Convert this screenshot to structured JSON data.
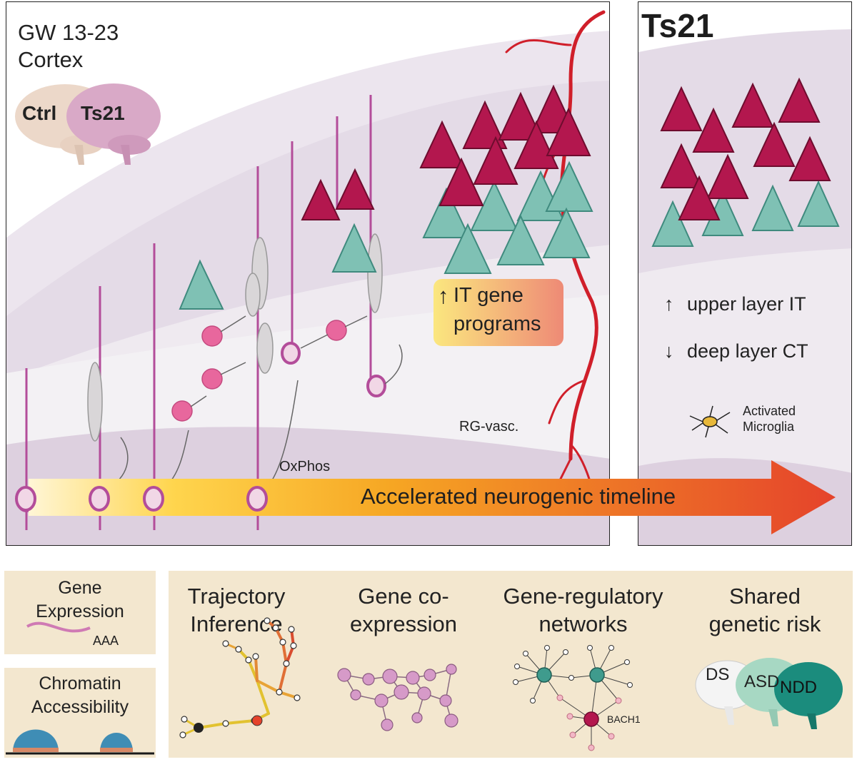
{
  "main_panel": {
    "title_line1": "GW 13-23",
    "title_line2": "Cortex",
    "brain_ctrl": "Ctrl",
    "brain_ts21": "Ts21",
    "it_line1": "IT gene",
    "it_line2": "programs",
    "rg_vasc": "RG-vasc.",
    "oxphos": "OxPhos",
    "arrow_text": "Accelerated neurogenic timeline"
  },
  "ts21_panel": {
    "title": "Ts21",
    "up_text": "upper layer IT",
    "down_text": "deep layer CT",
    "microglia_line1": "Activated",
    "microglia_line2": "Microglia"
  },
  "legend": {
    "gene_line1": "Gene",
    "gene_line2": "Expression",
    "aaa": "AAA",
    "chrom_line1": "Chromatin",
    "chrom_line2": "Accessibility"
  },
  "methods": [
    {
      "line1": "Trajectory",
      "line2": "Inference"
    },
    {
      "line1": "Gene co-",
      "line2": "expression"
    },
    {
      "line1": "Gene-regulatory",
      "line2": "networks"
    },
    {
      "line1": "Shared",
      "line2": "genetic risk"
    }
  ],
  "network_labels": {
    "bach1": "BACH1"
  },
  "risk_labels": {
    "ds": "DS",
    "asd": "ASD",
    "ndd": "NDD"
  },
  "colors": {
    "background_band": "#e9e0ea",
    "deep_band": "#d8cadb",
    "excitatory_neuron": "#b3174e",
    "ct_neuron": "#7fc1b4",
    "radial_glia": "#b34d9a",
    "progenitor": "#e8679d",
    "vessel": "#d01f2a",
    "arrow_start": "#ffe38a",
    "arrow_end": "#e5432b",
    "legend_bg": "#f3e7cf"
  }
}
